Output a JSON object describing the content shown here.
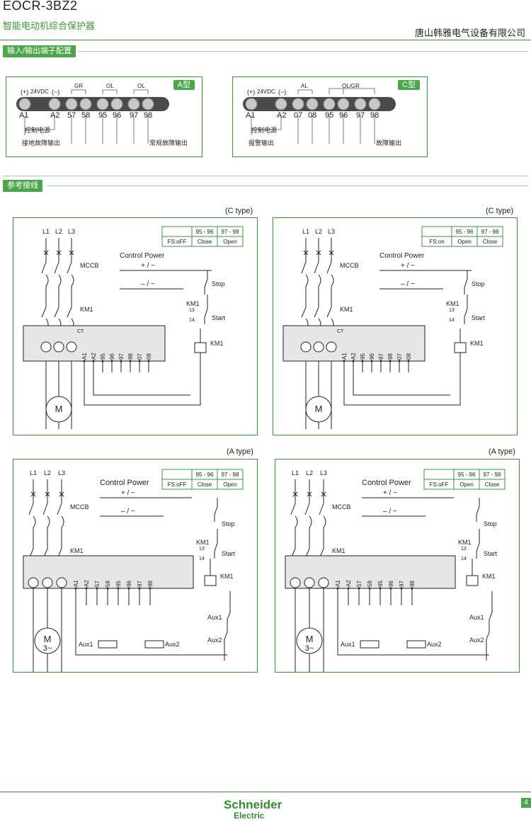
{
  "header": {
    "title": "EOCR-3BZ2",
    "subtitle": "智能电动机综合保护器",
    "company": "唐山韩雅电气设备有限公司"
  },
  "section1": {
    "label": "输入/输出端子配置",
    "panels": [
      {
        "badge": "A型",
        "terminals": [
          "A1",
          "A2",
          "57",
          "58",
          "95",
          "96",
          "97",
          "98"
        ],
        "polarity_plus": "(+)",
        "polarity_minus": "(−)",
        "voltage": "24VDC",
        "contact_labels": [
          "GR",
          "OL",
          "OL"
        ],
        "notes": [
          "控制电源",
          "接地故障输出",
          "常规故障输出"
        ]
      },
      {
        "badge": "C型",
        "terminals": [
          "A1",
          "A2",
          "07",
          "08",
          "95",
          "96",
          "97",
          "98"
        ],
        "polarity_plus": "(+)",
        "polarity_minus": "(−)",
        "voltage": "24VDC",
        "contact_labels": [
          "AL",
          "OL/GR"
        ],
        "notes": [
          "控制电源",
          "报警输出",
          "故障输出"
        ]
      }
    ]
  },
  "section2": {
    "label": "参考接线",
    "diagrams": [
      {
        "type_label": "(C type)",
        "fs_label": "FS:oFF",
        "col1": "95 - 96",
        "col2": "97 - 98",
        "val1": "Close",
        "val2": "Open",
        "terminals": [
          "A1",
          "A2",
          "95",
          "96",
          "97",
          "98",
          "07",
          "08"
        ]
      },
      {
        "type_label": "(C type)",
        "fs_label": "FS:on",
        "col1": "95 - 96",
        "col2": "97 - 98",
        "val1": "Open",
        "val2": "Close",
        "terminals": [
          "A1",
          "A2",
          "95",
          "96",
          "97",
          "98",
          "07",
          "08"
        ]
      },
      {
        "type_label": "(A type)",
        "fs_label": "FS:oFF",
        "col1": "95 - 96",
        "col2": "97 - 98",
        "val1": "Close",
        "val2": "Open",
        "terminals": [
          "A1",
          "A2",
          "57",
          "58",
          "95",
          "96",
          "97",
          "98"
        ]
      },
      {
        "type_label": "(A type)",
        "fs_label": "FS:oFF",
        "col1": "95 - 96",
        "col2": "97 - 98",
        "val1": "Open",
        "val2": "Close",
        "terminals": [
          "A1",
          "A2",
          "57",
          "58",
          "95",
          "96",
          "97",
          "98"
        ]
      }
    ],
    "labels": {
      "l1": "L1",
      "l2": "L2",
      "l3": "L3",
      "mccb": "MCCB",
      "km1": "KM1",
      "ct": "CT",
      "motor": "M",
      "motor3": "3~",
      "control_power": "Control Power",
      "plus": "+ / ~",
      "minus": "– / ~",
      "stop": "Stop",
      "start": "Start",
      "t13": "13",
      "t14": "14",
      "aux1": "Aux1",
      "aux2": "Aux2"
    }
  },
  "footer": {
    "brand": "Schneider",
    "brand2": "Electric",
    "page": "4"
  }
}
